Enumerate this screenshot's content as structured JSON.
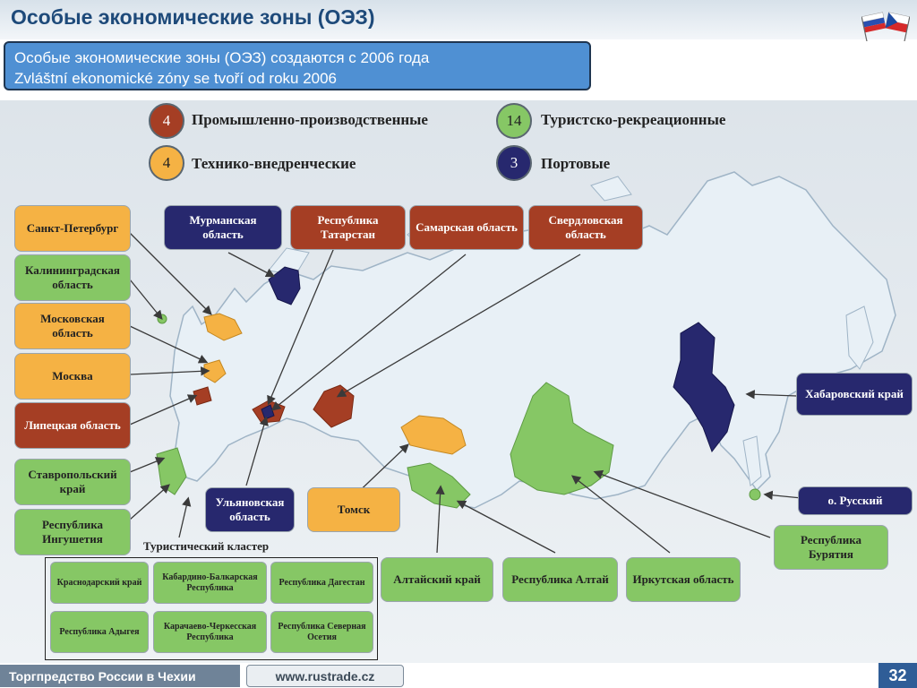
{
  "slide": {
    "title": "Особые экономические зоны (ОЭЗ)",
    "subtitle_line1": "Особые экономические зоны (ОЭЗ) создаются с 2006 года",
    "subtitle_line2": "Zvláštní ekonomické zóny se tvoří od roku 2006"
  },
  "colors": {
    "industrial": "#a53e24",
    "technical": "#f5b244",
    "tourist": "#86c765",
    "port": "#27286e"
  },
  "legend": [
    {
      "count": "4",
      "label": "Промышленно-производственные",
      "type": "industrial"
    },
    {
      "count": "14",
      "label": "Туристско-рекреационные",
      "type": "tourist"
    },
    {
      "count": "4",
      "label": "Технико-внедренческие",
      "type": "technical"
    },
    {
      "count": "3",
      "label": "Портовые",
      "type": "port"
    }
  ],
  "regions": {
    "spb": "Санкт-Петербург",
    "kaliningrad": "Калининградская область",
    "moscow_obl": "Московская область",
    "moscow": "Москва",
    "lipetsk": "Липецкая область",
    "stavropol": "Ставропольский край",
    "ingushetia": "Республика Ингушетия",
    "murmansk": "Мурманская область",
    "tatarstan": "Республика Татарстан",
    "samara": "Самарская область",
    "sverdlovsk": "Свердловская область",
    "ulyanovsk": "Ульяновская область",
    "tomsk": "Томск",
    "khabarovsk": "Хабаровский край",
    "russky": "о. Русский",
    "buryatia": "Республика Бурятия",
    "altai_krai": "Алтайский край",
    "altai_rep": "Республика Алтай",
    "irkutsk": "Иркутская область"
  },
  "tourist_cluster": {
    "label": "Туристический кластер",
    "items": [
      "Краснодарский край",
      "Кабардино-Балкарская Республика",
      "Республика Дагестан",
      "Республика Адыгея",
      "Карачаево-Черкесская Республика",
      "Республика Северная Осетия"
    ]
  },
  "footer": {
    "left": "Торгпредство России в Чехии",
    "url": "www.rustrade.cz",
    "page": "32"
  }
}
